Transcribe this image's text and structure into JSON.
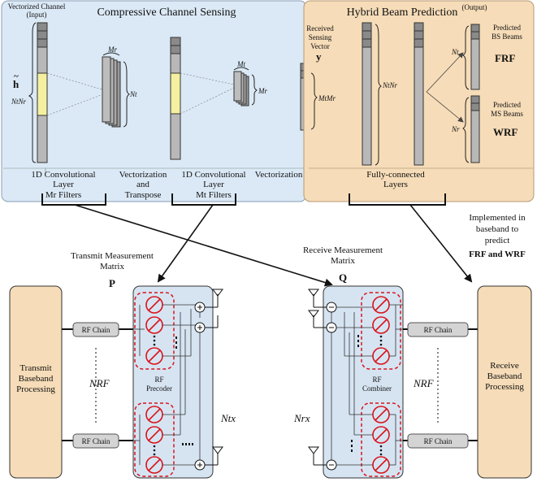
{
  "sensing": {
    "title": "Compressive Channel Sensing",
    "input_label_1": "Vectorized Channel",
    "input_label_2": "(Input)",
    "h_symbol": "h",
    "h_tilde": "~",
    "nt_nr": "NtNr",
    "conv1_top": "Mr",
    "conv1_side": "Nt",
    "conv2_top": "Mt",
    "conv2_side": "Mr",
    "vec_side": "MtMr",
    "stage1": [
      "1D Convolutional",
      "Layer",
      "Mr Filters"
    ],
    "stage2": [
      "Vectorization",
      "and",
      "Transpose"
    ],
    "stage3": [
      "1D Convolutional",
      "Layer",
      "Mt Filters"
    ],
    "stage4": [
      "Vectorization"
    ]
  },
  "prediction": {
    "title": "Hybrid Beam Prediction",
    "output_label": "(Output)",
    "recv_lines": [
      "Received",
      "Sensing",
      "Vector"
    ],
    "y_symbol": "y",
    "fc_side": "NtNr",
    "nt_label": "Nt",
    "nr_label": "Nr",
    "bs_lines": [
      "Predicted",
      "BS Beams"
    ],
    "bs_symbol": "FRF",
    "ms_lines": [
      "Predicted",
      "MS Beams"
    ],
    "ms_symbol": "WRF",
    "stage_fc": [
      "Fully-connected",
      "Layers"
    ]
  },
  "annotations": {
    "implemented": [
      "Implemented in",
      "baseband to",
      "predict"
    ],
    "implemented_symbols": "FRF and WRF",
    "transmit_matrix": [
      "Transmit Measurement",
      "Matrix"
    ],
    "transmit_symbol": "P",
    "receive_matrix": [
      "Receive Measurement",
      "Matrix"
    ],
    "receive_symbol": "Q"
  },
  "transmitter": {
    "baseband": [
      "Transmit",
      "Baseband",
      "Processing"
    ],
    "rf_chain": "RF Chain",
    "nrf": "NRF",
    "precoder": [
      "RF",
      "Precoder"
    ],
    "ntx": "Ntx"
  },
  "receiver": {
    "baseband": [
      "Receive",
      "Baseband",
      "Processing"
    ],
    "rf_chain": "RF Chain",
    "nrf": "NRF",
    "combiner": [
      "RF",
      "Combiner"
    ],
    "nrx": "Nrx"
  },
  "colors": {
    "sensing_bg": "#dbe9f6",
    "prediction_bg": "#f6dcb8",
    "baseband_bg": "#f6dcb8",
    "rf_bg": "#d6e4f2",
    "highlight": "#f4f0a0",
    "red": "#d9141b"
  }
}
